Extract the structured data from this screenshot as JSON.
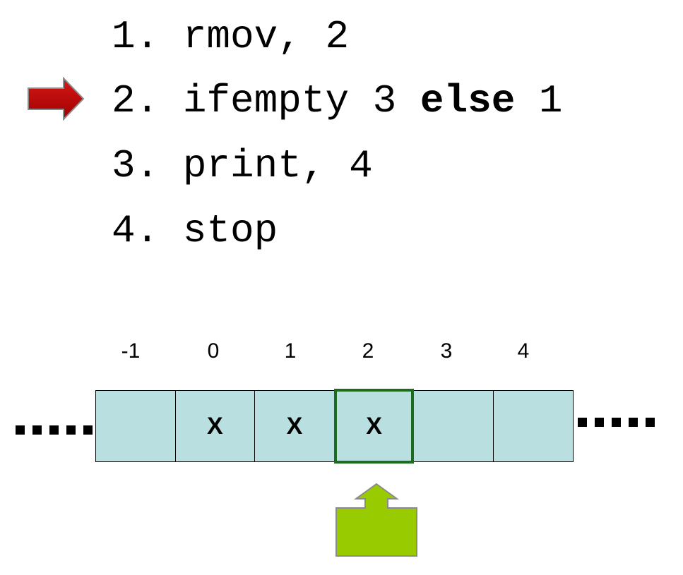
{
  "program": {
    "lines": [
      {
        "number": "1.",
        "text": "rmov, 2"
      },
      {
        "number": "2.",
        "text_before": "ifempty 3 ",
        "keyword": "else",
        "text_after": " 1"
      },
      {
        "number": "3.",
        "text": "print, 4"
      },
      {
        "number": "4.",
        "text": "stop"
      }
    ],
    "current_line": 2,
    "pointer_icon": "right-arrow-icon",
    "pointer_color": "#c00000"
  },
  "tape": {
    "indices": [
      "-1",
      "0",
      "1",
      "2",
      "3",
      "4"
    ],
    "cells": [
      "",
      "X",
      "X",
      "X",
      "",
      ""
    ],
    "head_index": "2",
    "cell_color": "#b9dfe1",
    "head_border_color": "#1d6b1d",
    "head_icon": "up-arrow-icon",
    "head_color": "#99cc00"
  }
}
